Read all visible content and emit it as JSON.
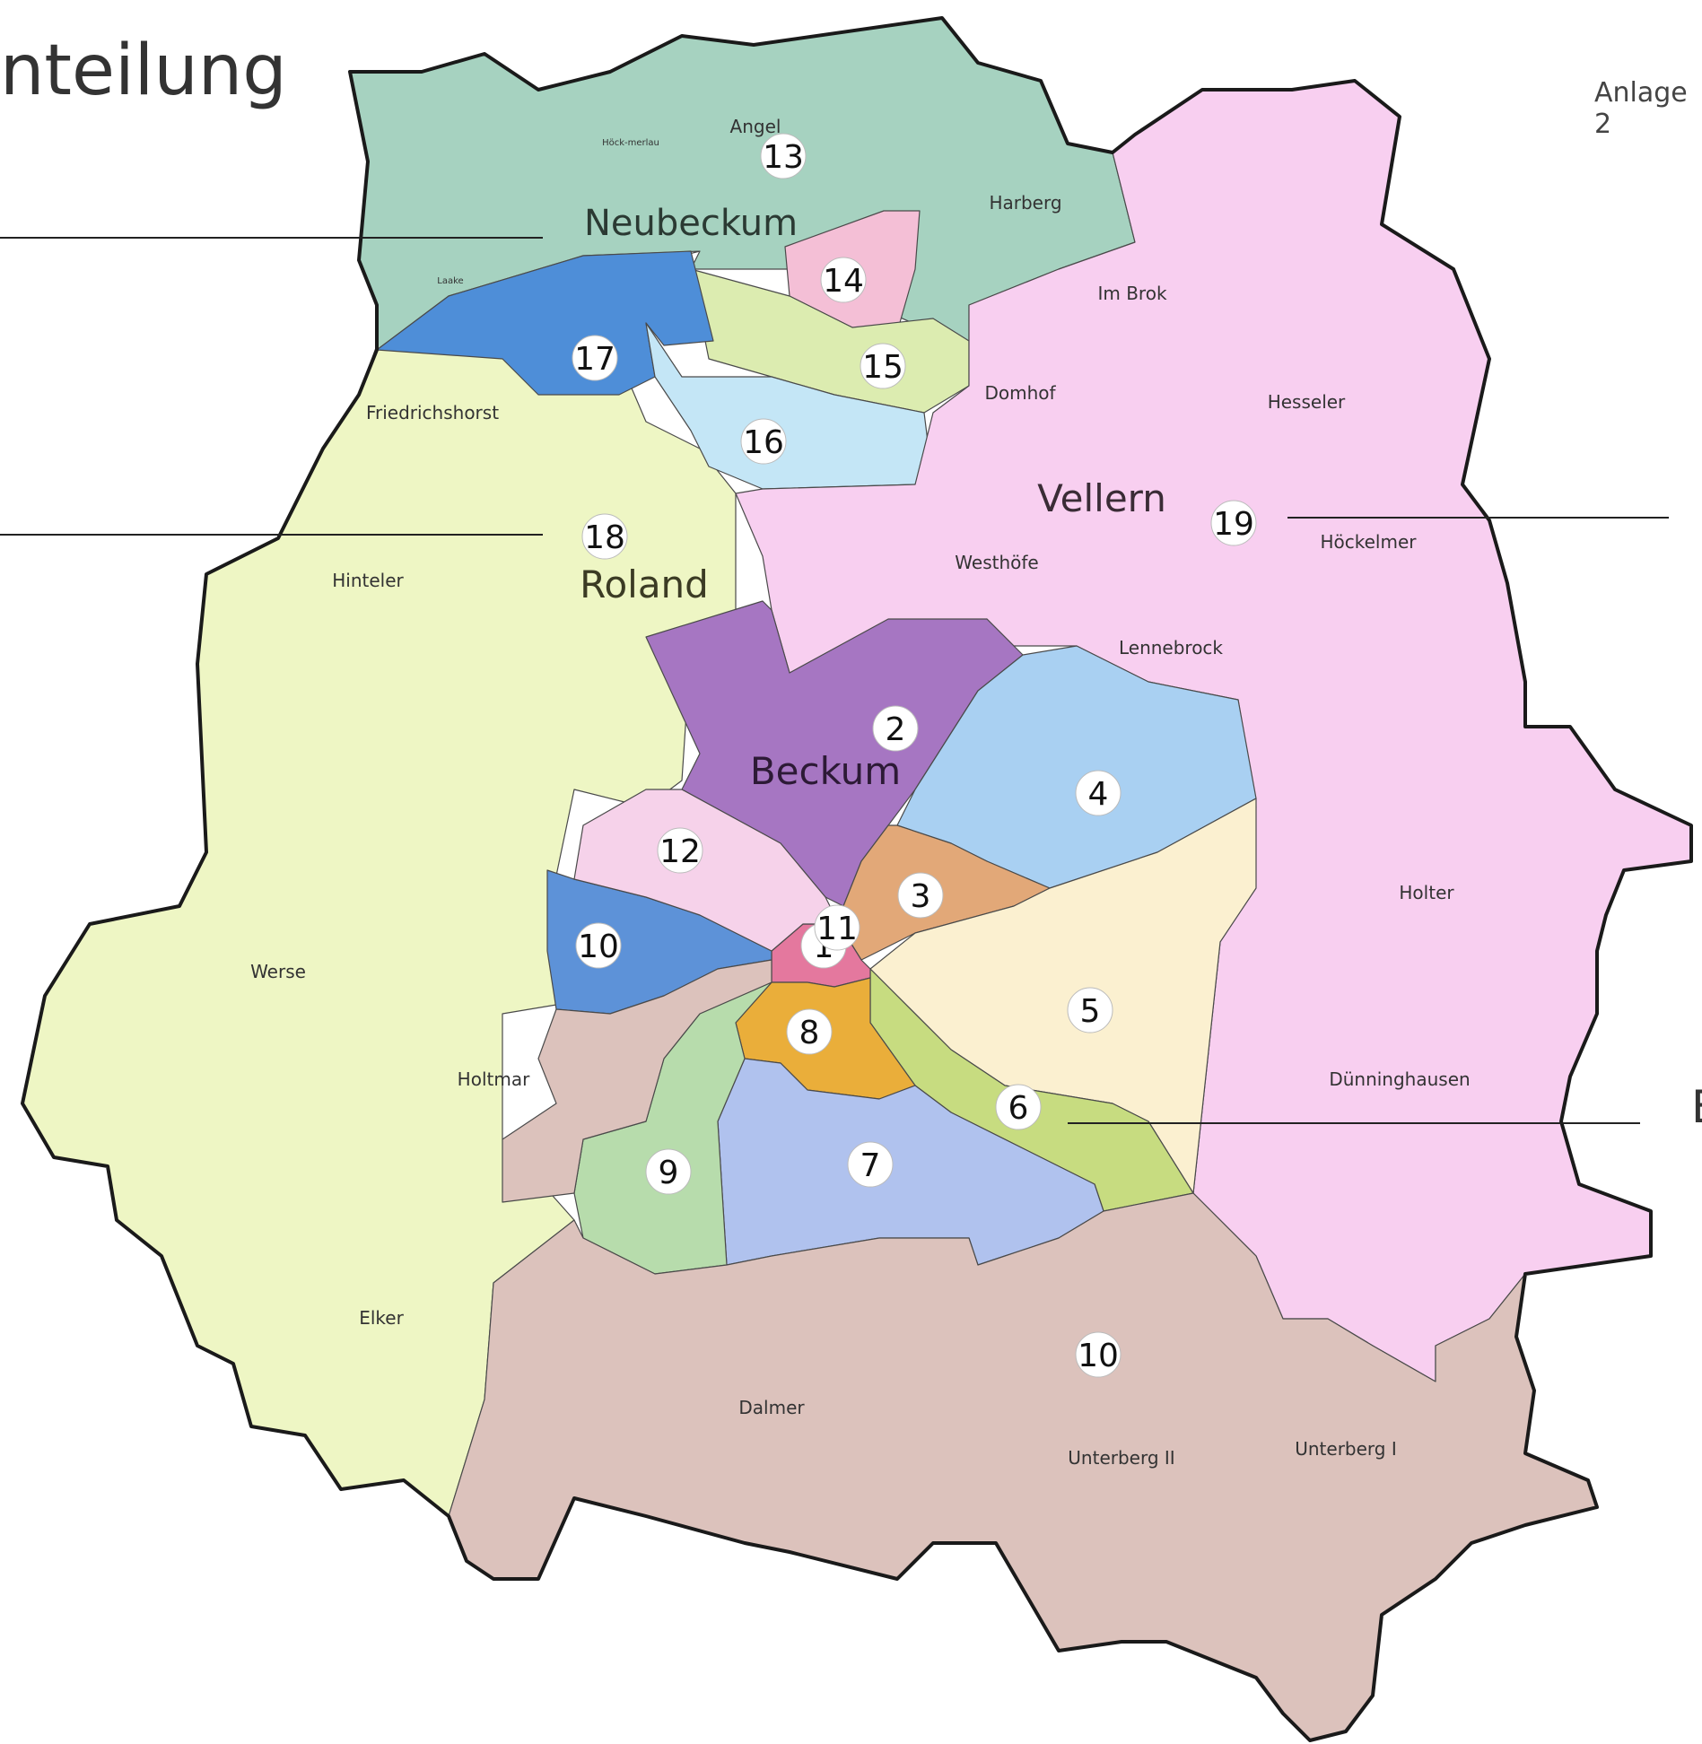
{
  "header": {
    "title": "nteilung",
    "reference": "Anlage 2",
    "edge_letter": "E"
  },
  "towns": [
    {
      "label": "Neubeckum"
    },
    {
      "label": "Vellern"
    },
    {
      "label": "Roland"
    },
    {
      "label": "Beckum"
    }
  ],
  "districts": [
    {
      "number": "1",
      "color": "#e4789e"
    },
    {
      "number": "2",
      "color": "#a676c2"
    },
    {
      "number": "3",
      "color": "#e2a878"
    },
    {
      "number": "4",
      "color": "#a9d0f2"
    },
    {
      "number": "5",
      "color": "#fbf0d0"
    },
    {
      "number": "6",
      "color": "#c7dc80"
    },
    {
      "number": "7",
      "color": "#b0c2ee"
    },
    {
      "number": "8",
      "color": "#eaae3a"
    },
    {
      "number": "9",
      "color": "#b7dcac"
    },
    {
      "number": "10",
      "color": "#dcc2bc"
    },
    {
      "number": "11",
      "color": "#5d92d8"
    },
    {
      "number": "12",
      "color": "#f6d2ea"
    },
    {
      "number": "13",
      "color": "#a6d2c0"
    },
    {
      "number": "14",
      "color": "#f4bfd6"
    },
    {
      "number": "15",
      "color": "#dcecb0"
    },
    {
      "number": "16",
      "color": "#c4e6f6"
    },
    {
      "number": "17",
      "color": "#4e8ed8"
    },
    {
      "number": "18",
      "color": "#eef6c4"
    },
    {
      "number": "19",
      "color": "#f8cff0"
    },
    {
      "number": "10",
      "color": "#dcc2bc"
    }
  ],
  "places": [
    {
      "label": "Angel"
    },
    {
      "label": "Höck-merlau"
    },
    {
      "label": "Laake"
    },
    {
      "label": "Harberg"
    },
    {
      "label": "Im Brok"
    },
    {
      "label": "Domhof"
    },
    {
      "label": "Hesseler"
    },
    {
      "label": "Friedrichshorst"
    },
    {
      "label": "Westhöfe"
    },
    {
      "label": "Höckelmer"
    },
    {
      "label": "Hinteler"
    },
    {
      "label": "Lennebrock"
    },
    {
      "label": "Holter"
    },
    {
      "label": "Werse"
    },
    {
      "label": "Holtmar"
    },
    {
      "label": "Dünninghausen"
    },
    {
      "label": "Elker"
    },
    {
      "label": "Dalmer"
    },
    {
      "label": "Unterberg II"
    },
    {
      "label": "Unterberg I"
    }
  ]
}
